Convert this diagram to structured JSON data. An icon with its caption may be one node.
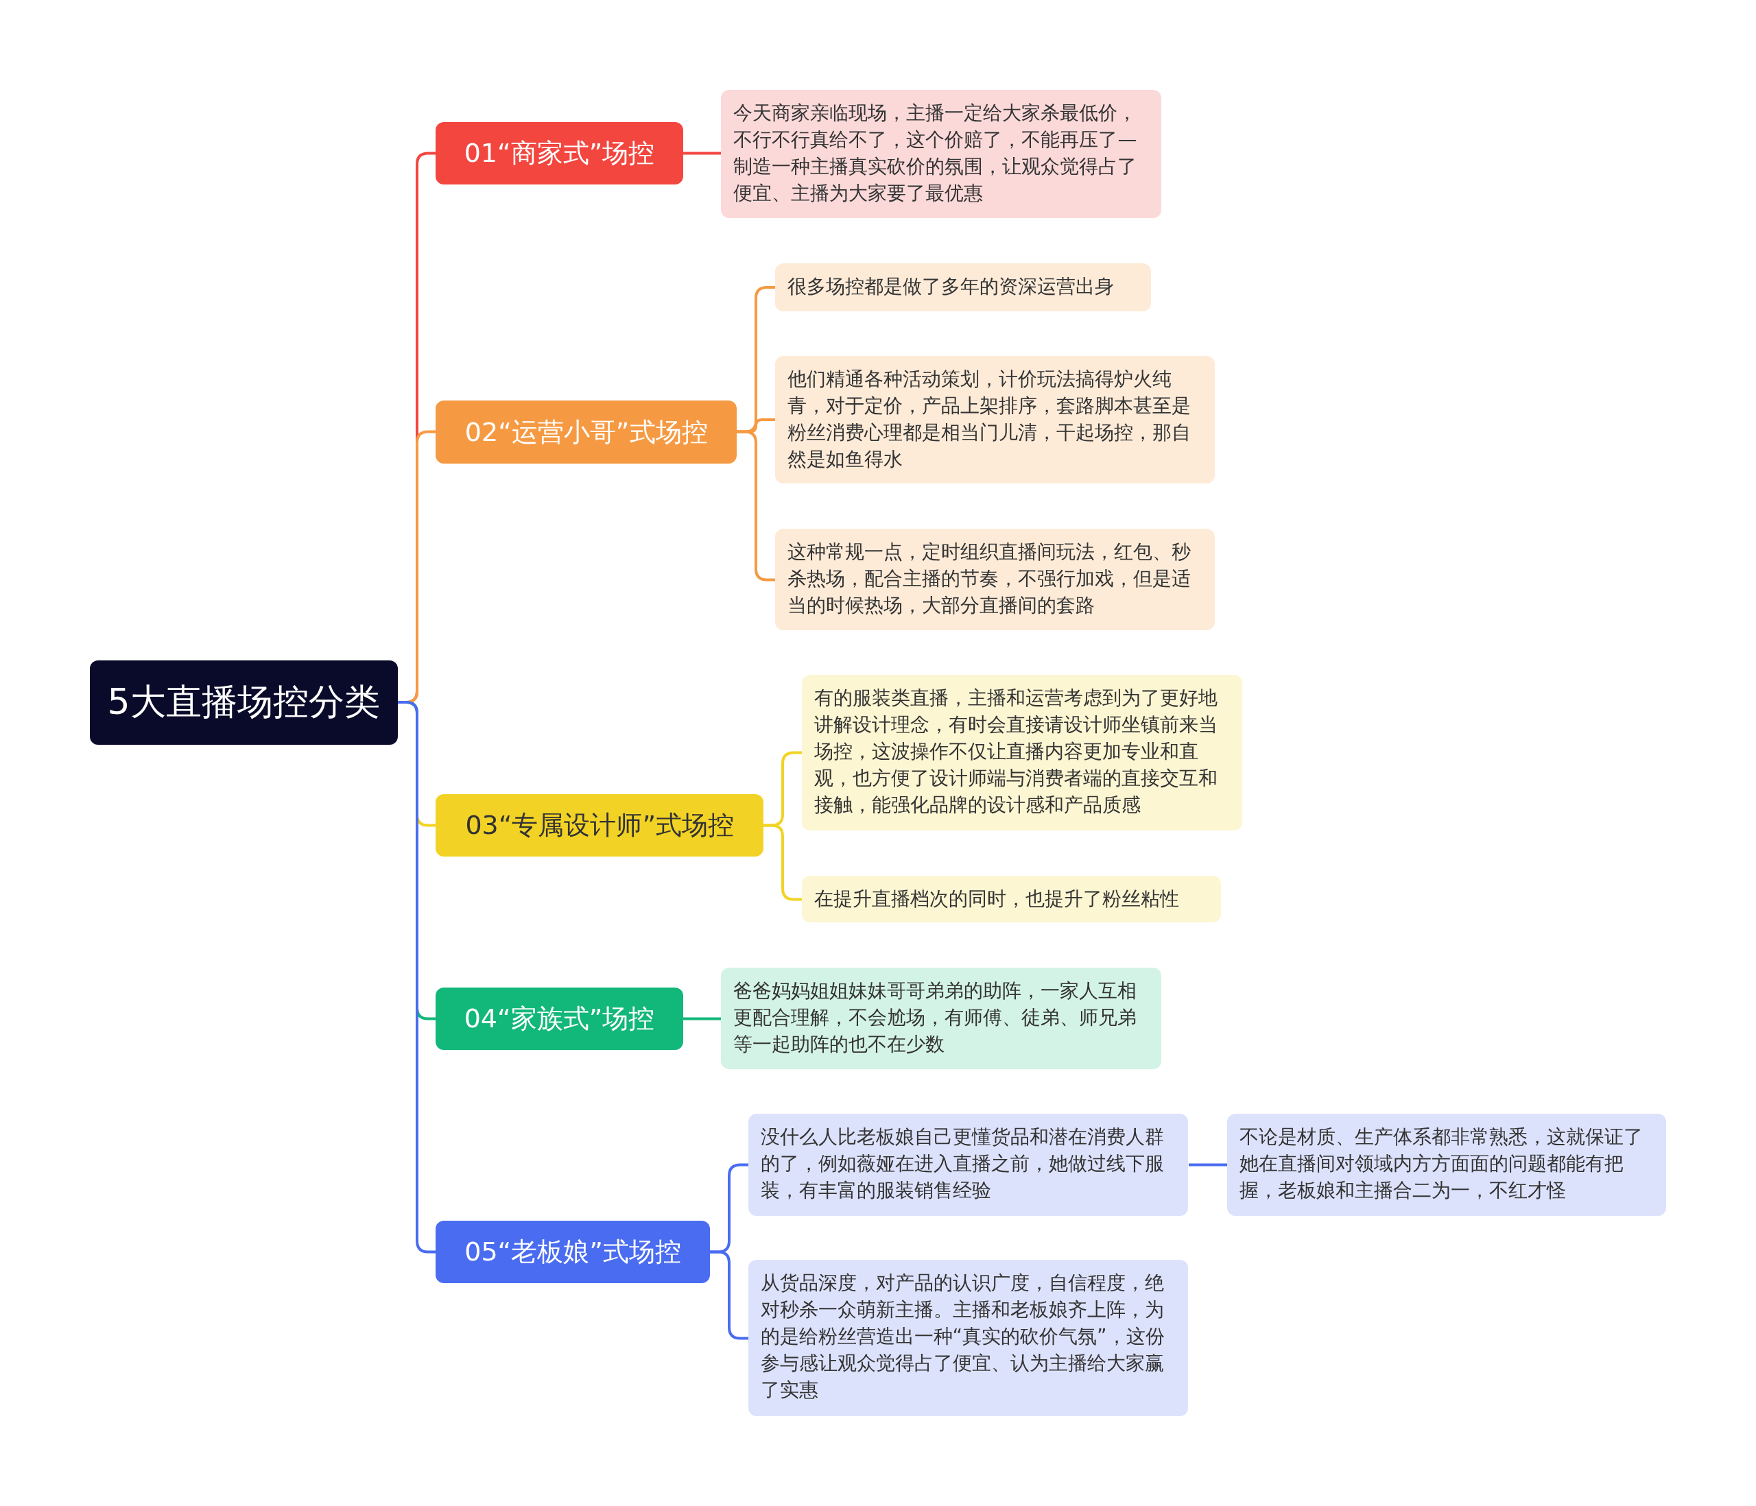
{
  "diagram": {
    "nodes": [
      {
        "text": [
          "5大直播场控分类"
        ]
      },
      {
        "text": [
          "01“商家式”场控"
        ]
      },
      {
        "text": [
          "今天商家亲临现场，主播一定给大家杀最低价，不行不行真给不了，这个价赔了，不能再压了— 制造一种主播真实砍价的氛围，让观众觉得占了便宜、主播为大家要了最优惠"
        ]
      },
      {
        "text": [
          "02“运营小哥”式场控"
        ]
      },
      {
        "text": [
          "很多场控都是做了多年的资深运营出身"
        ]
      },
      {
        "text": [
          "他们精通各种活动策划，计价玩法搞得炉火纯青，对于定价，产品上架排序，套路脚本甚至是粉丝消费心理都是相当门儿清，干起场控，那自然是如鱼得水"
        ]
      },
      {
        "text": [
          "这种常规一点，定时组织直播间玩法，红包、秒杀热场，配合主播的节奏，不强行加戏，但是适当的时候热场，大部分直播间的套路"
        ]
      },
      {
        "text": [
          "03“专属设计师”式场控"
        ]
      },
      {
        "text": [
          "有的服装类直播，主播和运营考虑到为了更好地讲解设计理念，有时会直接请设计师坐镇前来当场控，这波操作不仅让直播内容更加专业和直观，也方便了设计师端与消费者端的直接交互和接触，能强化品牌的设计感和产品质感"
        ]
      },
      {
        "text": [
          "在提升直播档次的同时，也提升了粉丝粘性"
        ]
      },
      {
        "text": [
          "04“家族式”场控"
        ]
      },
      {
        "text": [
          "爸爸妈妈姐姐妹妹哥哥弟弟的助阵，一家人互相更配合理解，不会尬场，有师傅、徒弟、师兄弟等一起助阵的也不在少数"
        ]
      },
      {
        "text": [
          "05“老板娘”式场控"
        ]
      },
      {
        "text": [
          "没什么人比老板娘自己更懂货品和潜在消费人群的了，例如薇娅在进入直播之前，她做过线下服装，有丰富的服装销售经验"
        ]
      },
      {
        "text": [
          "不论是材质、生产体系都非常熟悉，这就保证了她在直播间对领域内方方面面的问题都能有把握，老板娘和主播合二为一，不红才怪"
        ]
      },
      {
        "text": [
          "从货品深度，对产品的认识广度，自信程度，绝对秒杀一众萌新主播。主播和老板娘齐上阵，为的是给粉丝营造出一种“真实的砍价气氛”，这份参与感让观众觉得占了便宜、认为主播给大家赢了实惠"
        ]
      }
    ],
    "edges": [
      {
        "from": 0,
        "to": 1,
        "arrow": "none",
        "color": "#f2463f"
      },
      {
        "from": 1,
        "to": 2,
        "arrow": "none",
        "color": "#f2463f"
      },
      {
        "from": 0,
        "to": 3,
        "arrow": "none",
        "color": "#f59a43"
      },
      {
        "from": 3,
        "to": 4,
        "arrow": "none",
        "color": "#f59a43"
      },
      {
        "from": 3,
        "to": 5,
        "arrow": "none",
        "color": "#f59a43"
      },
      {
        "from": 3,
        "to": 6,
        "arrow": "none",
        "color": "#f59a43"
      },
      {
        "from": 0,
        "to": 7,
        "arrow": "none",
        "color": "#f2d325"
      },
      {
        "from": 7,
        "to": 8,
        "arrow": "none",
        "color": "#f2d325"
      },
      {
        "from": 7,
        "to": 9,
        "arrow": "none",
        "color": "#f2d325"
      },
      {
        "from": 0,
        "to": 10,
        "arrow": "none",
        "color": "#12b77a"
      },
      {
        "from": 10,
        "to": 11,
        "arrow": "none",
        "color": "#12b77a"
      },
      {
        "from": 0,
        "to": 12,
        "arrow": "none",
        "color": "#4a6cf0"
      },
      {
        "from": 12,
        "to": 13,
        "arrow": "none",
        "color": "#4a6cf0"
      },
      {
        "from": 13,
        "to": 14,
        "arrow": "none",
        "color": "#4a6cf0"
      },
      {
        "from": 12,
        "to": 15,
        "arrow": "none",
        "color": "#4a6cf0"
      }
    ]
  }
}
